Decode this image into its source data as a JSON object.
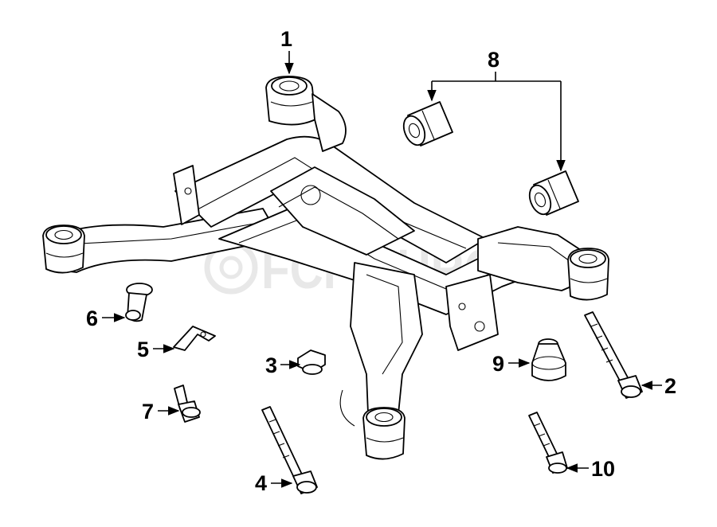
{
  "diagram": {
    "watermark": "FCP EURO",
    "callouts": [
      {
        "id": "1",
        "label": "1"
      },
      {
        "id": "2",
        "label": "2"
      },
      {
        "id": "3",
        "label": "3"
      },
      {
        "id": "4",
        "label": "4"
      },
      {
        "id": "5",
        "label": "5"
      },
      {
        "id": "6",
        "label": "6"
      },
      {
        "id": "7",
        "label": "7"
      },
      {
        "id": "8",
        "label": "8"
      },
      {
        "id": "9",
        "label": "9"
      },
      {
        "id": "10",
        "label": "10"
      }
    ]
  }
}
